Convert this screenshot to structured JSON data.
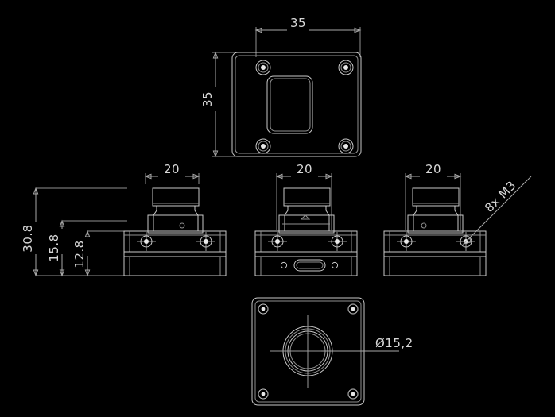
{
  "drawing": {
    "title": "Camera module multi-view technical drawing",
    "background_color": "#000000",
    "line_color": "#c9c9c9",
    "text_color": "#d8d8d8",
    "units": "mm",
    "decimal_separator": ","
  },
  "views": {
    "top": {
      "name": "top-view",
      "width_dim": "35",
      "height_dim": "35",
      "screw_count": 4,
      "cutout": "rectangular-aperture"
    },
    "left_elevation": {
      "name": "left-elevation-view",
      "width_dim": "20",
      "screw_count": 2
    },
    "front_elevation": {
      "name": "front-elevation-view",
      "width_dim": "20",
      "screw_count": 2,
      "connector": "rounded-rectangle-port",
      "hole_count": 2
    },
    "right_elevation": {
      "name": "right-elevation-view",
      "width_dim": "20",
      "screw_count": 2,
      "callout": "8x M3"
    },
    "bottom": {
      "name": "bottom-view",
      "lens_dim": "Ø15,2",
      "screw_count": 4,
      "lens": "threaded-aperture-with-crosshair"
    }
  },
  "dimensions": {
    "overall_width": "35",
    "overall_depth": "35",
    "barrel_width": "20",
    "total_height": "30.8",
    "mid_height": "15.8",
    "body_height": "12.8",
    "lens_diameter": "Ø15,2",
    "thread_callout": "8x M3"
  },
  "labels": {
    "d35_top": "35",
    "d35_side": "35",
    "d20_left": "20",
    "d20_front": "20",
    "d20_right": "20",
    "d308": "30.8",
    "d158": "15.8",
    "d128": "12.8",
    "m3": "8x M3",
    "dia": "Ø15,2"
  }
}
